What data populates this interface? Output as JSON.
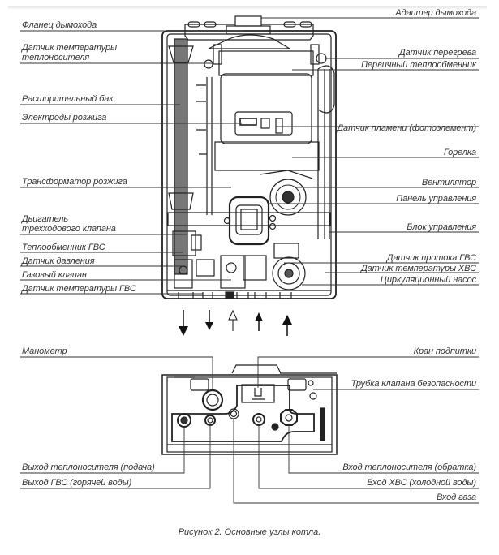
{
  "figure": {
    "caption": "Рисунок 2.  Основные узлы котла.",
    "top_view": {
      "left_labels": [
        "Фланец дымохода",
        "Датчик температуры теплоносителя",
        "Расширительный бак",
        "Электроды розжига",
        "Трансформатор розжига",
        "Двигатель трехходового клапана",
        "Теплообменник ГВС",
        "Датчик давления",
        "Газовый клапан",
        "Датчик температуры ГВС"
      ],
      "left_label_lines": {
        "sensor_line1": "Датчик температуры",
        "sensor_line2": "теплоносителя",
        "motor_line1": "Двигатель",
        "motor_line2": "трехходового клапана"
      },
      "right_labels": [
        "Адаптер дымохода",
        "Датчик перегрева",
        "Первичный теплообменник",
        "Датчик пламени (фотоэлемент)",
        "Горелка",
        "Вентилятор",
        "Панель управления",
        "Блок управления",
        "Датчик протока ГВС",
        "Датчик температуры ХВС",
        "Циркуляционный насос"
      ]
    },
    "bottom_view": {
      "left_labels": [
        "Манометр",
        "Выход теплоносителя (подача)",
        "Выход ГВС (горячей воды)"
      ],
      "right_labels": [
        "Кран подпитки",
        "Трубка клапана безопасности",
        "Вход теплоносителя (обратка)",
        "Вход ХВС (холодной воды)",
        "Вход газа"
      ]
    },
    "flow_arrows": [
      "down",
      "down",
      "up-hollow",
      "up",
      "up"
    ]
  }
}
